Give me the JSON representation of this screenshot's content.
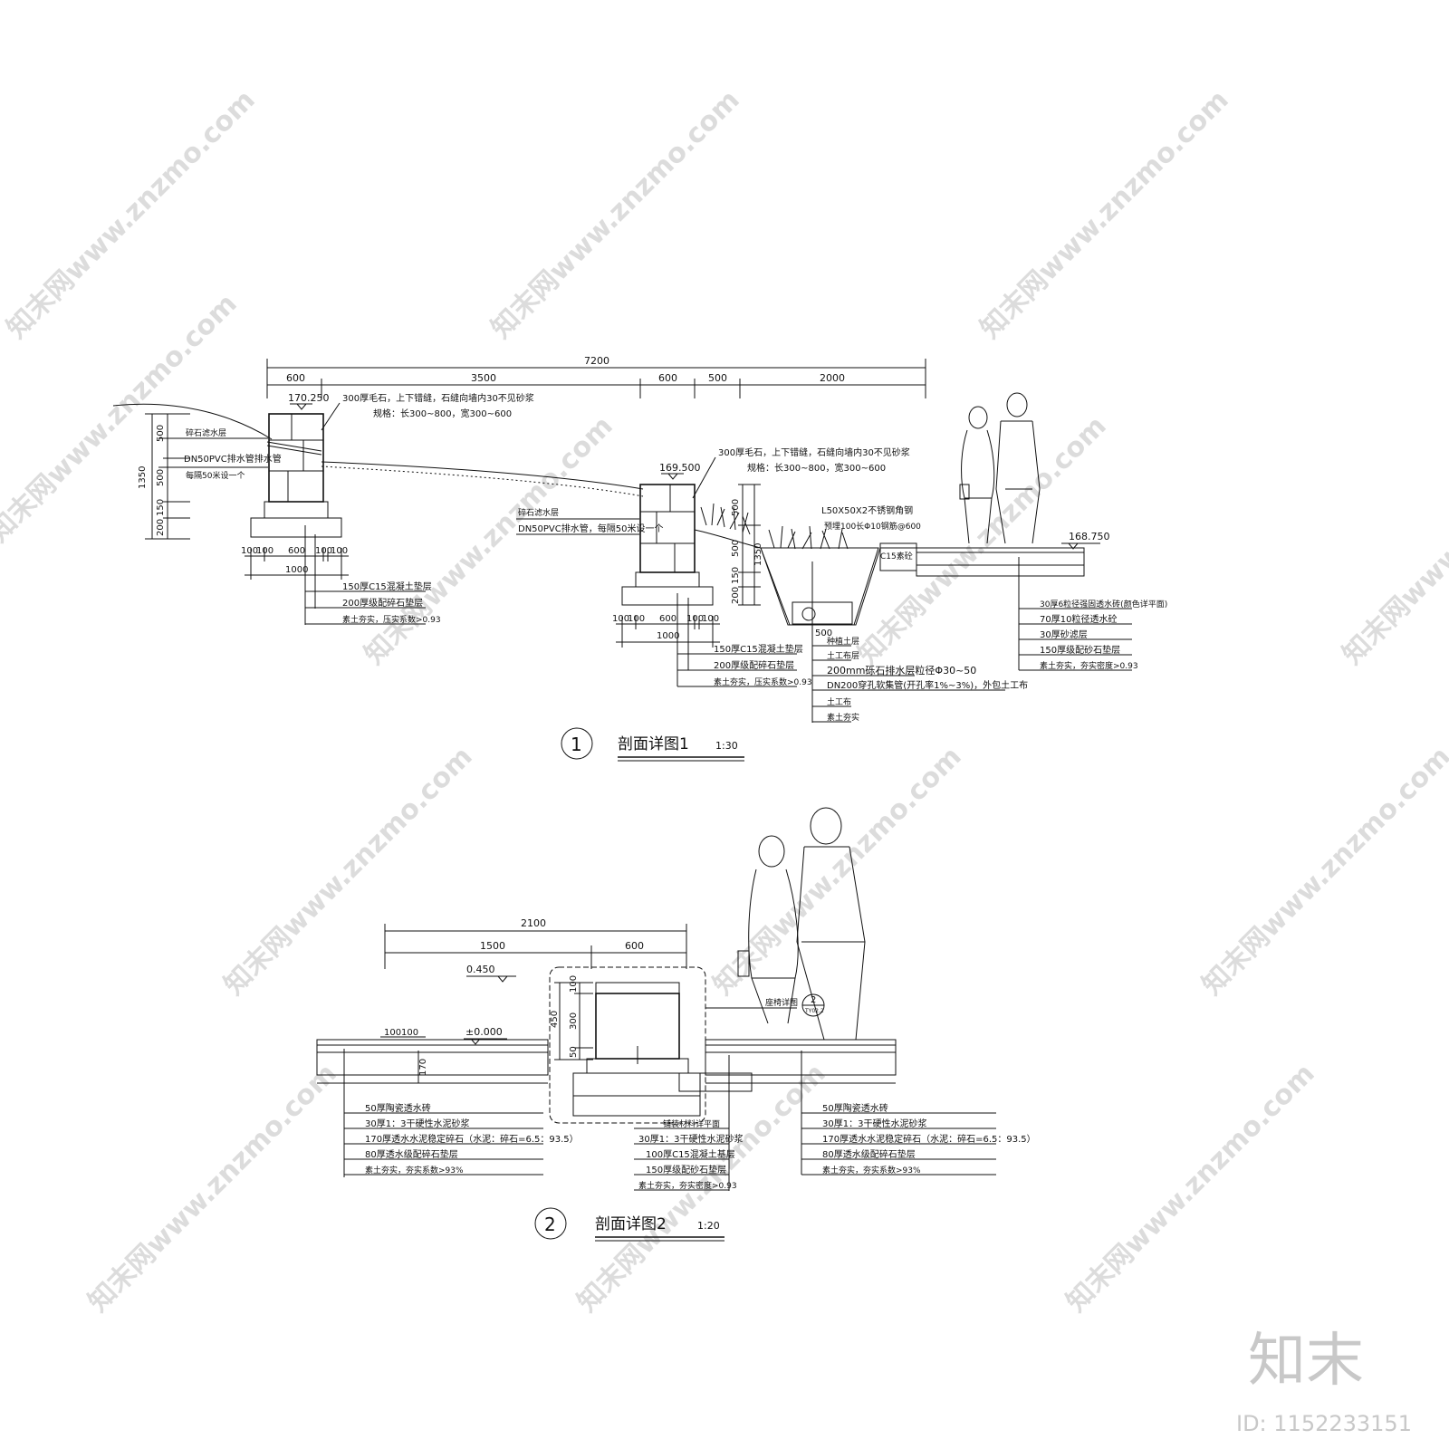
{
  "brand": {
    "mark": "知末",
    "id": "ID: 1152233151"
  },
  "watermark": "知末网www.znzmo.com",
  "section1": {
    "number": "1",
    "title": "剖面详图1",
    "scale": "1:30",
    "dims_top": {
      "total": "7200",
      "segments": [
        "600",
        "3500",
        "600",
        "500",
        "2000"
      ]
    },
    "elevations": [
      "170.250",
      "169.500",
      "168.750"
    ],
    "wall_left": {
      "note1": "300厚毛石，上下错缝，石缝向墙内30不见砂浆",
      "note2": "规格：长300~800，宽300~600",
      "gravel_layer": "碎石滤水层",
      "pipe": "DN50PVC排水管排水管",
      "pipe_spacing": "每隔50米设一个",
      "dims_v": [
        "1350",
        "500",
        "500",
        "150",
        "200"
      ],
      "dims_b": [
        "100",
        "100",
        "600",
        "100",
        "100"
      ],
      "width": "1000",
      "layers": [
        "150厚C15混凝土垫层",
        "200厚级配碎石垫层",
        "素土夯实，压实系数>0.93"
      ]
    },
    "wall_mid": {
      "note1": "300厚毛石，上下错缝，石缝向墙内30不见砂浆",
      "note2": "规格：长300~800，宽300~600",
      "gravel_layer": "碎石滤水层",
      "pipe": "DN50PVC排水管，每隔50米设一个",
      "dims_v": [
        "1350",
        "500",
        "500",
        "150",
        "200"
      ],
      "dims_b": [
        "100",
        "100",
        "600",
        "100",
        "100"
      ],
      "width": "1000",
      "layers": [
        "150厚C15混凝土垫层",
        "200厚级配碎石垫层",
        "素土夯实，压实系数>0.93"
      ]
    },
    "swale": {
      "angle": "L50X50X2不锈钢角钢",
      "bar": "预埋100长Φ10钢筋@600",
      "curb": "C15素砼",
      "width": "500",
      "layers": [
        "种植土层",
        "土工布层",
        "200mm砾石排水层粒径Φ30~50",
        "DN200穿孔软集管(开孔率1%~3%)，外包土工布",
        "土工布",
        "素土夯实"
      ]
    },
    "paving": {
      "layers": [
        "30厚6粒径强固透水砖(颜色详平面)",
        "70厚10粒径透水砼",
        "30厚砂滤层",
        "150厚级配砂石垫层",
        "素土夯实，夯实密度>0.93"
      ]
    }
  },
  "section2": {
    "number": "2",
    "title": "剖面详图2",
    "scale": "1:20",
    "dims_top": {
      "total": "2100",
      "segments": [
        "1500",
        "600"
      ]
    },
    "elevations": [
      "0.450",
      "±0.000"
    ],
    "dims_v": [
      "450",
      "100",
      "300",
      "50"
    ],
    "dims_left": [
      "100",
      "100",
      "170"
    ],
    "callout": {
      "label": "座椅详图",
      "num": "2",
      "ref": "TY02.2"
    },
    "left_layers": [
      "50厚陶瓷透水砖",
      "30厚1：3干硬性水泥砂浆",
      "170厚透水水泥稳定碎石（水泥：碎石=6.5：93.5）",
      "80厚透水级配碎石垫层",
      "素土夯实，夯实系数>93%"
    ],
    "mid_layers": [
      "铺装材料详平面",
      "30厚1：3干硬性水泥砂浆",
      "100厚C15混凝土基层",
      "150厚级配砂石垫层",
      "素土夯实，夯实密度>0.93"
    ],
    "right_layers": [
      "50厚陶瓷透水砖",
      "30厚1：3干硬性水泥砂浆",
      "170厚透水水泥稳定碎石（水泥：碎石=6.5：93.5）",
      "80厚透水级配碎石垫层",
      "素土夯实，夯实系数>93%"
    ]
  }
}
